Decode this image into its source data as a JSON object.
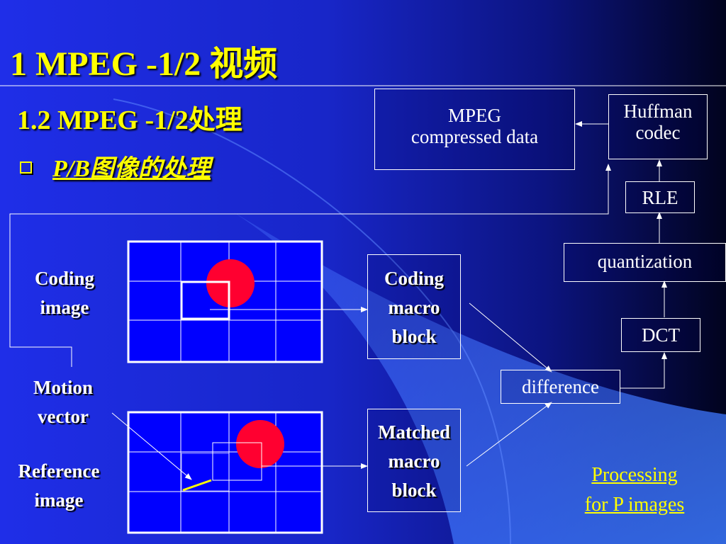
{
  "slide": {
    "title": "1 MPEG -1/2 视频",
    "subtitle": "1.2 MPEG -1/2处理",
    "bullet": "P/B图像的处理"
  },
  "labels": {
    "coding_image": [
      "Coding",
      "image"
    ],
    "motion_vector": [
      "Motion",
      "vector"
    ],
    "reference_image": [
      "Reference",
      "image"
    ]
  },
  "blocks": {
    "coding_macro_block": [
      "Coding",
      "macro",
      "block"
    ],
    "matched_macro_block": [
      "Matched",
      "macro",
      "block"
    ],
    "difference": "difference",
    "dct": "DCT",
    "quantization": "quantization",
    "rle": "RLE",
    "huffman": [
      "Huffman",
      "codec"
    ],
    "mpeg_output": [
      "MPEG",
      "compressed data"
    ]
  },
  "caption": [
    "Processing",
    "for P images"
  ],
  "colors": {
    "title": "#ffff00",
    "circle": "#ff0030",
    "grid_fill": "#0000ff",
    "motion_arrow": "#ffff00"
  }
}
